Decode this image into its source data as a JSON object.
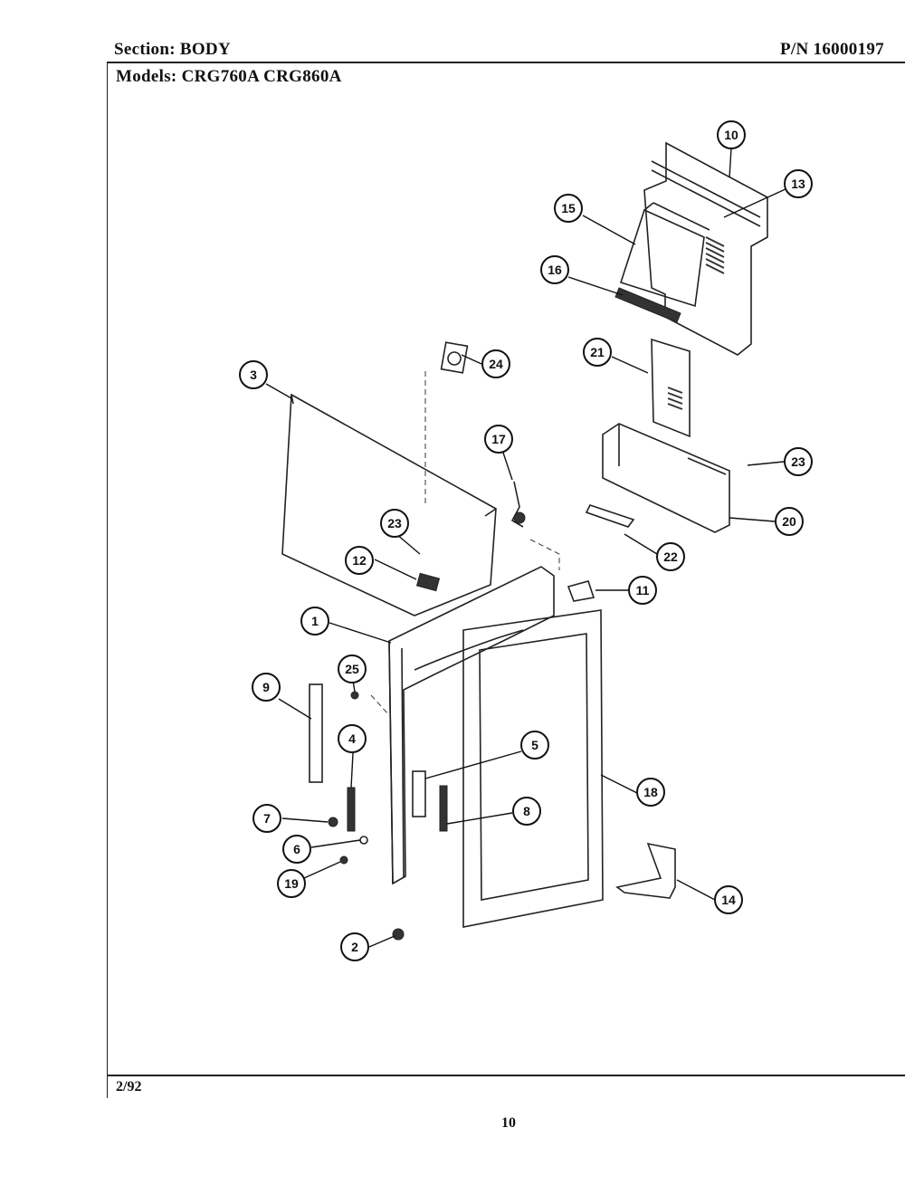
{
  "header": {
    "section": "Section:  BODY",
    "part_number": "P/N 16000197",
    "models": "Models:  CRG760A  CRG860A"
  },
  "footer": {
    "date": "2/92",
    "page": "10"
  },
  "callouts": [
    "10",
    "13",
    "15",
    "16",
    "24",
    "21",
    "3",
    "17",
    "23",
    "20",
    "22",
    "12",
    "11",
    "1",
    "9",
    "25",
    "4",
    "5",
    "18",
    "8",
    "7",
    "6",
    "19",
    "14",
    "2"
  ]
}
